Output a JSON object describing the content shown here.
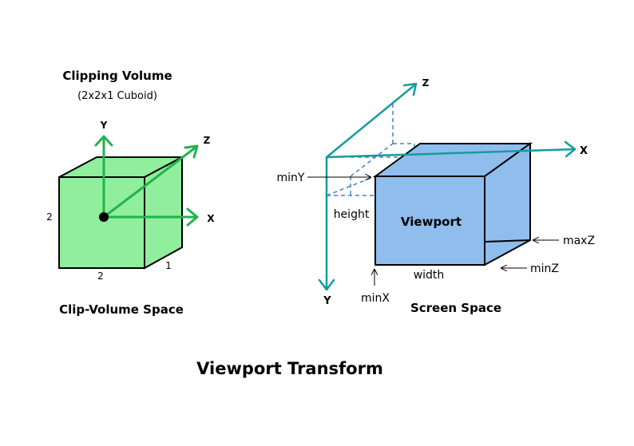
{
  "clip": {
    "title": "Clipping Volume",
    "subtitle": "(2x2x1 Cuboid)",
    "caption": "Clip-Volume Space",
    "axis_y": "Y",
    "axis_z": "Z",
    "axis_x": "X",
    "dim_left": "2",
    "dim_bottom": "2",
    "dim_depth": "1",
    "face_color": "#90ee9c",
    "axis_color": "#22b24c"
  },
  "screen": {
    "caption": "Screen Space",
    "axis_x": "X",
    "axis_y": "Y",
    "axis_z": "Z",
    "viewport_label": "Viewport",
    "label_height": "height",
    "label_width": "width",
    "label_minY": "minY",
    "label_minX": "minX",
    "label_maxZ": "maxZ",
    "label_minZ": "minZ",
    "face_color": "#8fbdee",
    "axis_color": "#149c9c",
    "dash_color": "#4a80c0"
  },
  "main_title": "Viewport Transform"
}
